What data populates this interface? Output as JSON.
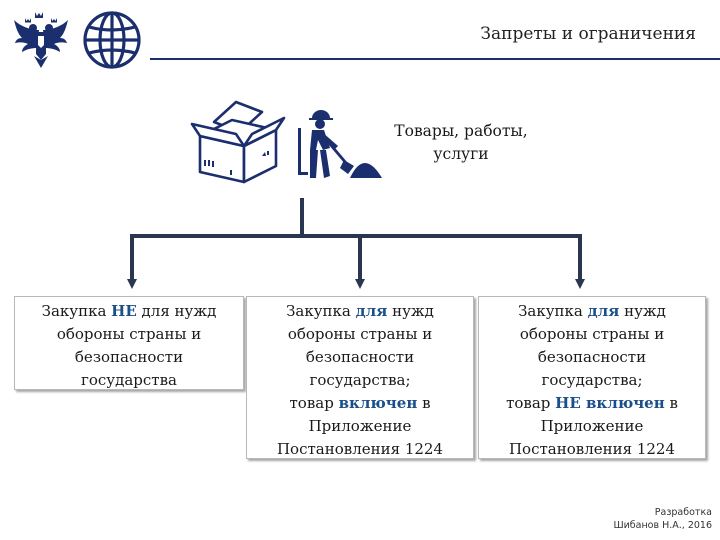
{
  "header": {
    "title": "Запреты и ограничения",
    "icons": [
      "coat-of-arms-icon",
      "globe-icon"
    ]
  },
  "illustration": {
    "icons": [
      "open-box-icon",
      "worker-shoveling-icon"
    ],
    "label": "Товары, работы, услуги"
  },
  "cards": [
    {
      "lines": [
        [
          {
            "text": "Закупка "
          },
          {
            "text": "НЕ",
            "hl": true
          },
          {
            "text": " для нужд"
          }
        ],
        [
          {
            "text": "обороны страны и"
          }
        ],
        [
          {
            "text": "безопасности"
          }
        ],
        [
          {
            "text": "государства"
          }
        ]
      ]
    },
    {
      "lines": [
        [
          {
            "text": "Закупка "
          },
          {
            "text": "для",
            "hl": true
          },
          {
            "text": " нужд"
          }
        ],
        [
          {
            "text": "обороны страны и"
          }
        ],
        [
          {
            "text": "безопасности"
          }
        ],
        [
          {
            "text": "государства;"
          }
        ],
        [
          {
            "text": "товар "
          },
          {
            "text": "включен",
            "hl": true
          },
          {
            "text": " в"
          }
        ],
        [
          {
            "text": "Приложение"
          }
        ],
        [
          {
            "text": "Постановления 1224"
          }
        ]
      ]
    },
    {
      "lines": [
        [
          {
            "text": "Закупка "
          },
          {
            "text": "для",
            "hl": true
          },
          {
            "text": " нужд"
          }
        ],
        [
          {
            "text": "обороны страны и"
          }
        ],
        [
          {
            "text": "безопасности"
          }
        ],
        [
          {
            "text": "государства;"
          }
        ],
        [
          {
            "text": "товар "
          },
          {
            "text": "НЕ включен",
            "hl": true
          },
          {
            "text": " в"
          }
        ],
        [
          {
            "text": "Приложение"
          }
        ],
        [
          {
            "text": "Постановления 1224"
          }
        ]
      ]
    }
  ],
  "credit": {
    "line1": "Разработка",
    "line2": "Шибанов Н.А., 2016"
  },
  "colors": {
    "navy": "#1b2f6e",
    "highlight": "#1b4f8a",
    "connector": "#2a3550"
  }
}
